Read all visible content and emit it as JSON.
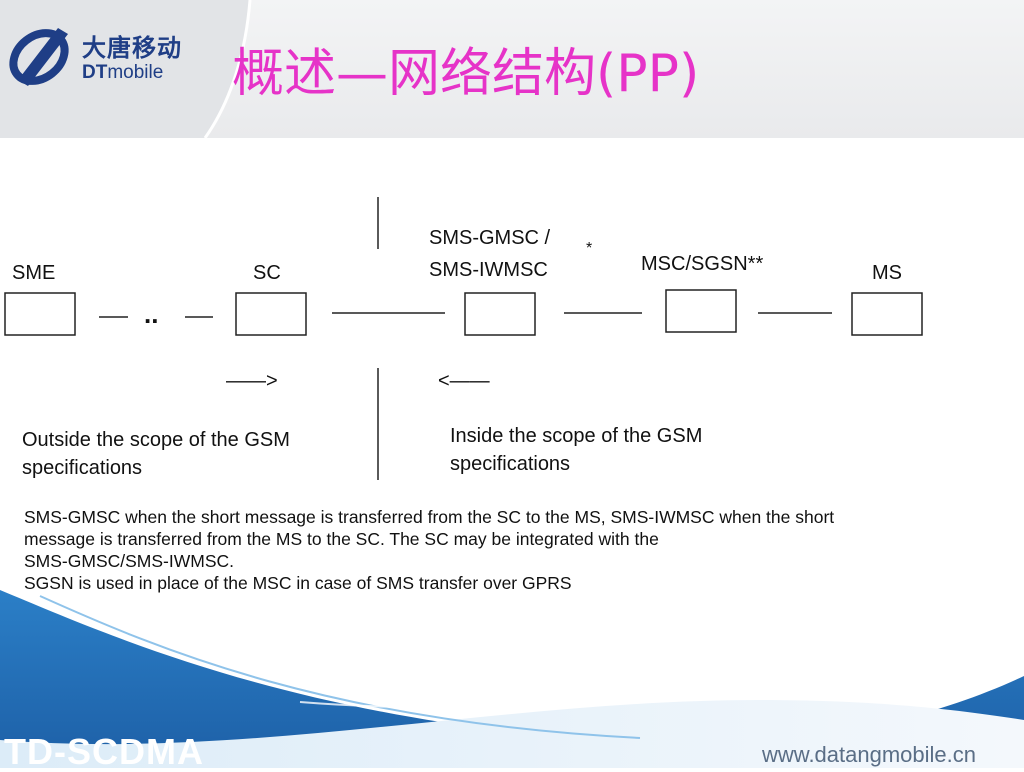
{
  "header": {
    "logo_cn": "大唐移动",
    "logo_en_dt": "DT",
    "logo_en_mobile": "mobile",
    "title": "概述—网络结构(PP)"
  },
  "diagram": {
    "nodes": {
      "sme": "SME",
      "sc": "SC",
      "sms_gmsc_line1": "SMS-GMSC /",
      "sms_gmsc_star": "*",
      "sms_gmsc_line2": "SMS-IWMSC",
      "msc_sgsn": "MSC/SGSN**",
      "ms": "MS"
    },
    "dots": "..",
    "arrow_right": "——>",
    "arrow_left": "<——",
    "outside_line1": "Outside the scope of the GSM",
    "outside_line2": "specifications",
    "inside_line1": "Inside the scope of the GSM",
    "inside_line2": "specifications"
  },
  "notes": {
    "line1": "SMS-GMSC when the short message is transferred from the SC to the MS, SMS-IWMSC when the short",
    "line2": "message is transferred from the MS to the SC. The SC may be integrated with the",
    "line3": "SMS-GMSC/SMS-IWMSC.",
    "line4": "SGSN is used in place of the MSC in case of SMS transfer over GPRS"
  },
  "footer": {
    "brand": "TD-SCDMA",
    "url": "www.datangmobile.cn"
  },
  "colors": {
    "title": "#e633c8",
    "logo_blue": "#1f3e86",
    "footer_blue": "#1f6db4"
  }
}
